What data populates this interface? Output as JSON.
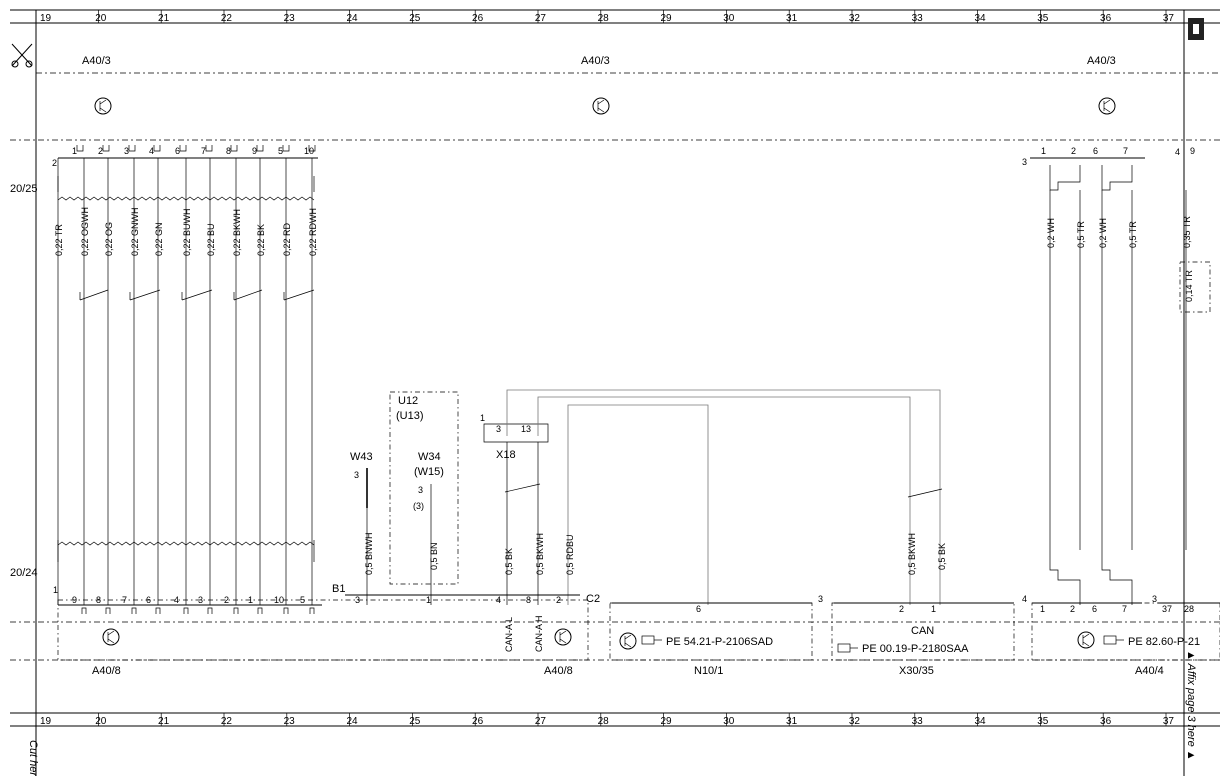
{
  "ruler": {
    "numbers": [
      "19",
      "20",
      "21",
      "22",
      "23",
      "24",
      "25",
      "26",
      "27",
      "28",
      "29",
      "30",
      "31",
      "32",
      "33",
      "34",
      "35",
      "36",
      "37"
    ]
  },
  "side_labels": {
    "cut_here": "Cut here",
    "affix": "▲ Affix page 3 here ▲"
  },
  "references": {
    "top": "20/25",
    "bottom": "20/24"
  },
  "modules_top": [
    "A40/3",
    "A40/3",
    "A40/3"
  ],
  "top_connector": {
    "label": "2",
    "pins": [
      "1",
      "2",
      "3",
      "4",
      "6",
      "7",
      "8",
      "9",
      "5",
      "10"
    ],
    "wires": [
      "0,22 TR",
      "0,22 OGWH",
      "0,22 OG",
      "0,22 GNWH",
      "0,22 GN",
      "0,22 BUWH",
      "0,22 BU",
      "0,22 BKWH",
      "0,22 BK",
      "0,22 RD",
      "0,22 RDWH"
    ]
  },
  "right_top": {
    "conn_a": "3",
    "pins_a": [
      "1",
      "2",
      "6",
      "7"
    ],
    "conn_b": "4",
    "pins_b": [
      "9"
    ],
    "wires": [
      "0,2 WH",
      "0,5 TR",
      "0,2 WH",
      "0,5 TR",
      "0,35 TR"
    ],
    "extra_wire": "0,14 TR"
  },
  "u12": {
    "title": "U12",
    "subtitle": "(U13)"
  },
  "w43": {
    "name": "W43",
    "pin": "3",
    "wire": "0,5 BNWH"
  },
  "w34": {
    "name": "W34",
    "alt": "(W15)",
    "pin": "3",
    "pin_alt": "(3)",
    "wire": "0,5 BN"
  },
  "x18": {
    "name": "X18",
    "conn": "1",
    "pins": [
      "3",
      "13"
    ]
  },
  "mid_wires": [
    "0,5 BK",
    "0,5 BKWH",
    "0,5 RDBU"
  ],
  "x30_wires": [
    "0,5 BKWH",
    "0,5 BK"
  ],
  "bottom_a40_8": {
    "conn": "1",
    "pins": [
      "9",
      "8",
      "7",
      "6",
      "4",
      "3",
      "2",
      "1",
      "10",
      "5"
    ],
    "b1": "B1",
    "b1_pin": "3",
    "mid_pin": "1",
    "c2_pins": [
      "4",
      "8",
      "2"
    ],
    "c2": "C2",
    "can_a_l": "CAN-A L",
    "can_a_h": "CAN-A H",
    "label": "A40/8"
  },
  "n10": {
    "conn": "3",
    "pin": "6",
    "ref": "PE 54.21-P-2106SAD",
    "label": "N10/1"
  },
  "x30": {
    "conn": "3",
    "pins": [
      "2",
      "1"
    ],
    "can": "CAN",
    "ref": "PE 00.19-P-2180SAA",
    "label": "X30/35"
  },
  "a40_4": {
    "conn": "4",
    "pins": [
      "1",
      "2",
      "6",
      "7"
    ],
    "conn_b": "3",
    "pins_b": [
      "37",
      "28"
    ],
    "ref": "PE 82.60-P-21",
    "label": "A40/4"
  }
}
